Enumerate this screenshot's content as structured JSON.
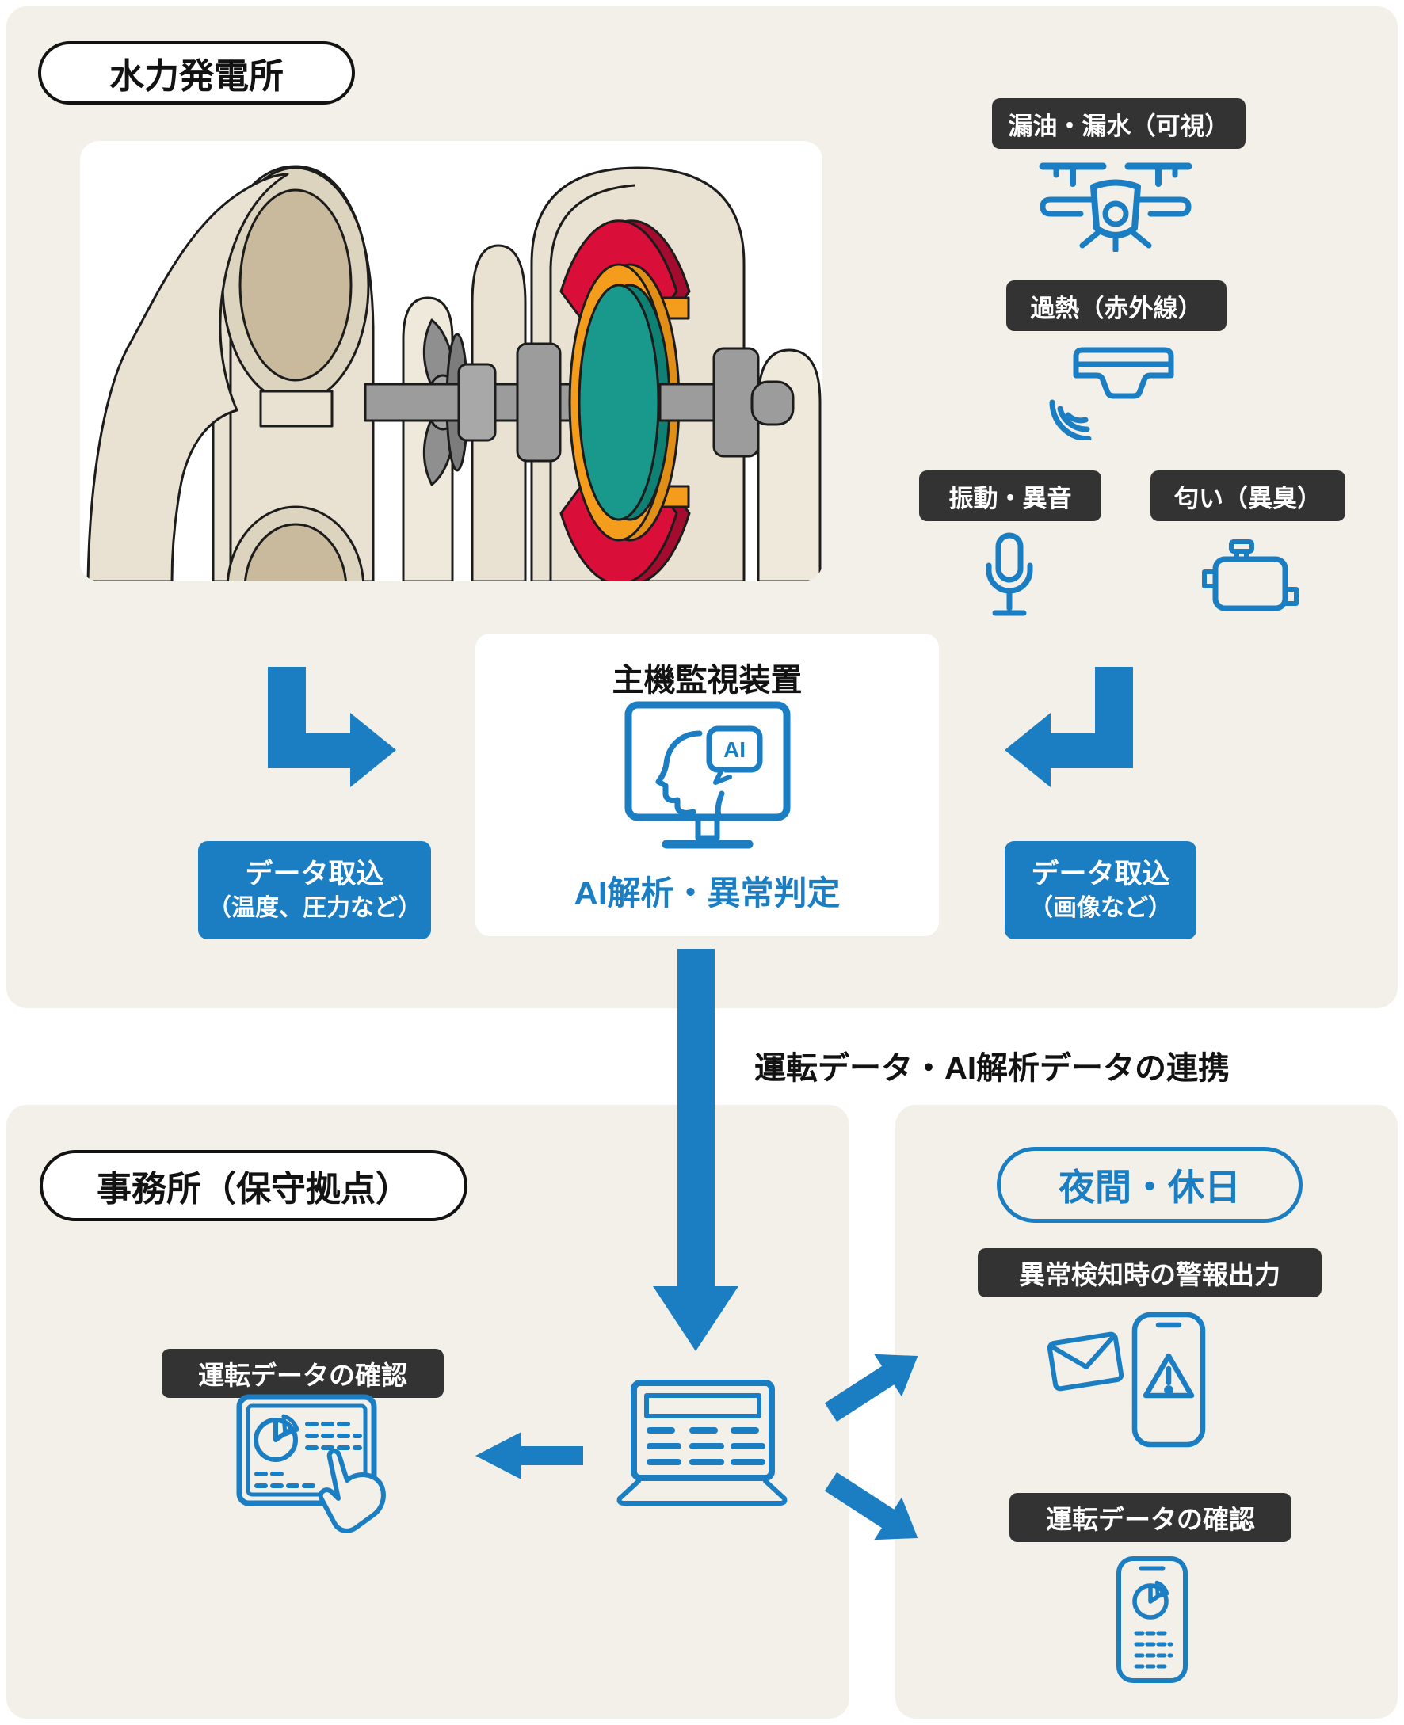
{
  "colors": {
    "accent_blue": "#1b7ec3",
    "label_dark": "#333333",
    "section_beige": "#f2f0e9",
    "rotor_red": "#d90f3a",
    "rotor_orange": "#f49d1d",
    "rotor_teal": "#18998c"
  },
  "plant": {
    "title": "水力発電所"
  },
  "sensors": {
    "oil": {
      "label": "漏油・漏水（可視）",
      "icon": "drone-icon"
    },
    "heat": {
      "label": "過熱（赤外線）",
      "icon": "infrared-sensor-icon"
    },
    "vibration": {
      "label": "振動・異音",
      "icon": "microphone-icon"
    },
    "smell": {
      "label": "匂い（異臭）",
      "icon": "odor-sensor-icon"
    }
  },
  "monitor": {
    "title": "主機監視装置",
    "ai_badge": "AI",
    "caption": "AI解析・異常判定",
    "icon": "ai-monitor-icon"
  },
  "ingest_left": {
    "line1": "データ取込",
    "line2": "（温度、圧力など）"
  },
  "ingest_right": {
    "line1": "データ取込",
    "line2": "（画像など）"
  },
  "link_label": "運転データ・AI解析データの連携",
  "office": {
    "title": "事務所（保守拠点）",
    "check_label": "運転データの確認",
    "icons": [
      "tablet-touch-icon",
      "laptop-icon"
    ]
  },
  "night": {
    "title": "夜間・休日",
    "alarm_label": "異常検知時の警報出力",
    "check_label": "運転データの確認",
    "icons": [
      "mail-icon",
      "phone-alert-icon",
      "phone-data-icon"
    ]
  }
}
